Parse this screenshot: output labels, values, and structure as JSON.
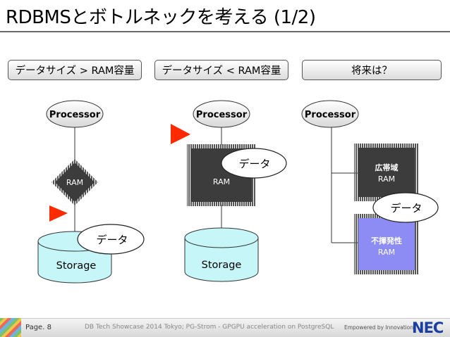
{
  "title": "RDBMSとボトルネックを考える (1/2)",
  "scenarios": {
    "left": "データサイズ > RAM容量",
    "middle": "データサイズ < RAM容量",
    "right": "将来は？"
  },
  "diagram": {
    "processor_label": "Processor",
    "ram_label": "RAM",
    "storage_label": "Storage",
    "data_label": "データ",
    "wide_band_label": "広帯域",
    "nonvolatile_label": "不揮発性",
    "colors": {
      "chip_dark": "#3c3c3c",
      "chip_blue": "#8c8cf4",
      "flag_red": "#ff2a00",
      "storage_fill": "#c6f6f8"
    }
  },
  "footer": {
    "page": "Page. 8",
    "event": "DB Tech Showcase 2014 Tokyo; PG-Strom - GPGPU acceleration on PostgreSQL",
    "tagline": "Empowered by Innovation",
    "logo": "NEC"
  }
}
